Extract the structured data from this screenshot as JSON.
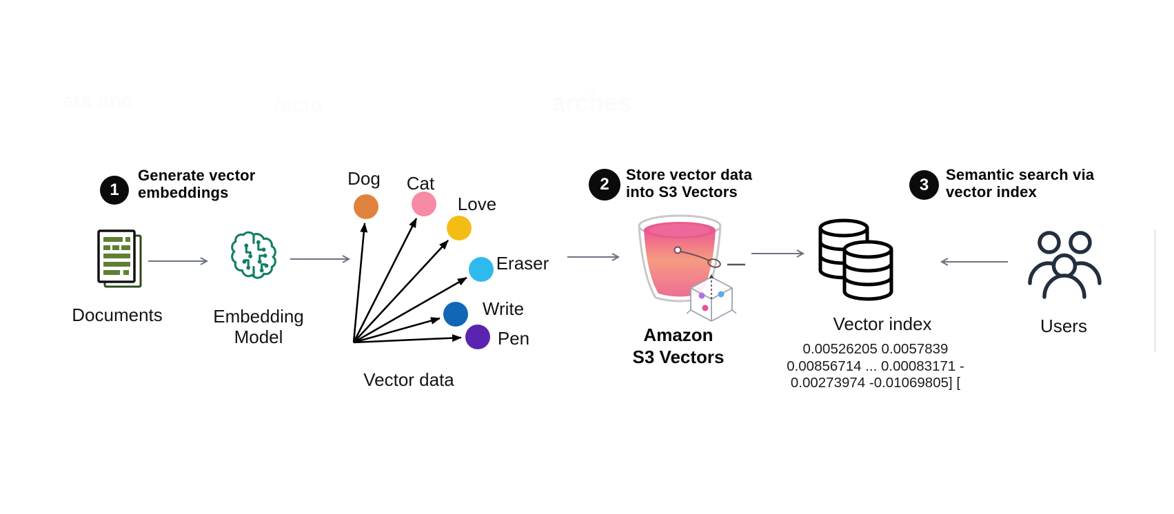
{
  "steps": [
    {
      "number": "1",
      "title": [
        "Generate vector",
        "embeddings"
      ]
    },
    {
      "number": "2",
      "title": [
        "Store vector data",
        "into S3 Vectors"
      ]
    },
    {
      "number": "3",
      "title": [
        "Semantic search via",
        "vector index"
      ]
    }
  ],
  "labels": {
    "documents": "Documents",
    "embedding_model": [
      "Embedding",
      "Model"
    ],
    "vector_data": "Vector data",
    "amazon_s3_vectors": [
      "Amazon",
      "S3 Vectors"
    ],
    "vector_index": "Vector index",
    "users": "Users"
  },
  "vector_points": [
    {
      "label": "Dog",
      "color": "#E0823E"
    },
    {
      "label": "Cat",
      "color": "#F78AA5"
    },
    {
      "label": "Love",
      "color": "#F4BD16"
    },
    {
      "label": "Eraser",
      "color": "#2FBAED"
    },
    {
      "label": "Write",
      "color": "#1167B5"
    },
    {
      "label": "Pen",
      "color": "#5A23B0"
    }
  ],
  "vector_index_values": [
    "0.00526205  0.0057839",
    "0.00856714 ...  0.00083171 -",
    "0.00273974  -0.01069805] ["
  ],
  "watermark_fragments": [
    "ata anc",
    "/ecto",
    "arches"
  ],
  "colors": {
    "badge_bg": "#0b0b0b",
    "badge_text": "#ffffff",
    "arrow_gray": "#6b7280",
    "arrow_black": "#000000",
    "brain_green": "#117e63",
    "doc_green": "#5f7f33",
    "bucket_pink_top": "#EC5B90",
    "bucket_salmon": "#F59B80",
    "bucket_pink_bottom": "#EE6E95",
    "database_stroke": "#000000",
    "users_navy": "#232F3E"
  }
}
